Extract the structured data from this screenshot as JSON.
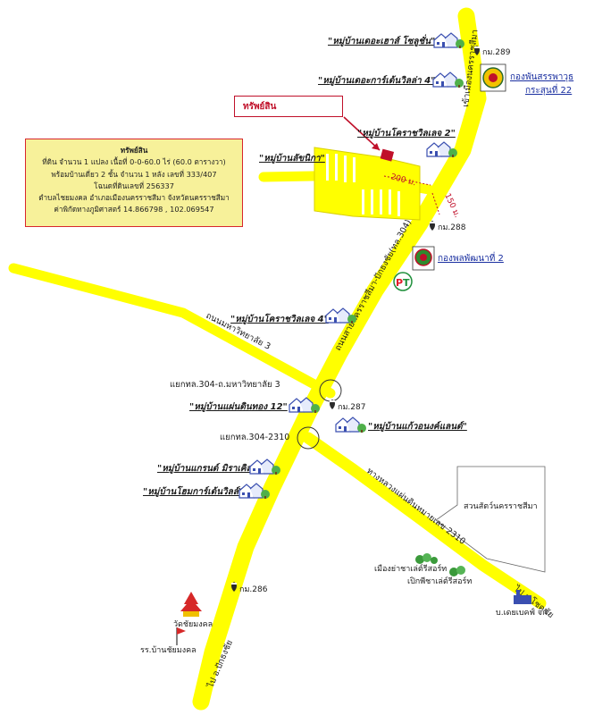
{
  "infobox": {
    "title": "ทรัพย์สิน",
    "line1": "ที่ดิน จำนวน 1 แปลง เนื้อที่ 0-0-60.0 ไร่ (60.0 ตารางวา)",
    "line2": "พร้อมบ้านเดี่ยว 2 ชั้น จำนวน 1 หลัง เลขที่ 333/407",
    "line3": "โฉนดที่ดินเลขที่ 256337",
    "line4": "ตำบลไชยมงคล อำเภอเมืองนครราชสีมา จังหวัดนครราชสีมา",
    "line5": "ค่าพิกัดทางภูมิศาสตร์  14.866798 , 102.069547"
  },
  "asset_label": "ทรัพย์สิน",
  "villages": {
    "the_house_solution": "\"หมู่บ้านเดอะเฮาส์ โซลูชั่น\"",
    "the_garden_villa_4": "\"หมู่บ้านเดอะการ์เด้นวิลล่า 4\"",
    "korat_ville_2": "\"หมู่บ้านโคราชวิลเลจ 2\"",
    "lakkanika": "\"หมู่บ้านลัขนิกา\"",
    "korat_ville_4": "\"หมู่บ้านโคราชวิลเลจ 4\"",
    "paen_din_thong_12": "\"หมู่บ้านแผ่นดินทอง 12\"",
    "kaew_anong_land": "\"หมู่บ้านแก้วอนงค์แลนด์\"",
    "grand_mirakle": "\"หมู่บ้านแกรนด์ มิราเคิล\"",
    "home_garden_ville": "\"หมู่บ้านโฮมการ์เด้นวิลล์\""
  },
  "military": {
    "sappawut_line1": "กองพันสรรพาวุธ",
    "sappawut_line2": "กระสุนที่ 22",
    "development_div2": "กองพลพัฒนาที่ 2"
  },
  "km_markers": {
    "km289": "กม.289",
    "km288": "กม.288",
    "km287": "กม.287",
    "km286": "กม.286"
  },
  "roads": {
    "to_nakhon_ratchasima": "เข้าเมืองนครราชสีมา",
    "highway_304": "ถนนสายนครราชสีมา-ปักธงชัย(ทล.304)",
    "university_road_3": "ถนนมหาวิทยาลัย 3",
    "junction_university": "แยกทล.304-ถ.มหาวิทยาลัย 3",
    "junction_2310": "แยกทล.304-2310",
    "highway_2310": "ทางหลวงแผ่นดินหมายเลข 2310",
    "to_chok_chai": "ไป อ.โชคชัย",
    "to_pak_thong_chai": "ไป อ.ปักธงชัย"
  },
  "distances": {
    "d200": "200 ม.",
    "d150": "150 ม."
  },
  "places": {
    "zoo": "สวนสัตว์นครราชสีมา",
    "muang_ya_resort": "เมืองย่าชาเล่ต์รีสอร์ท",
    "pik_wi_resort": "เปิกพีชาเล่ต์รีสอร์ท",
    "dei_bakery": "บ.เดยเบคฟ์ จก.",
    "wat_chai_mongkhon": "วัดชัยมงคล",
    "school_chai_mongkhon": "รร.บ้านชัยมงคล"
  },
  "colors": {
    "road": "#ffff00",
    "road_edge": "#e8e000",
    "marker_red": "#c0102a",
    "army_blue": "#1a2fa0",
    "house_blue": "#3a4fb0"
  }
}
